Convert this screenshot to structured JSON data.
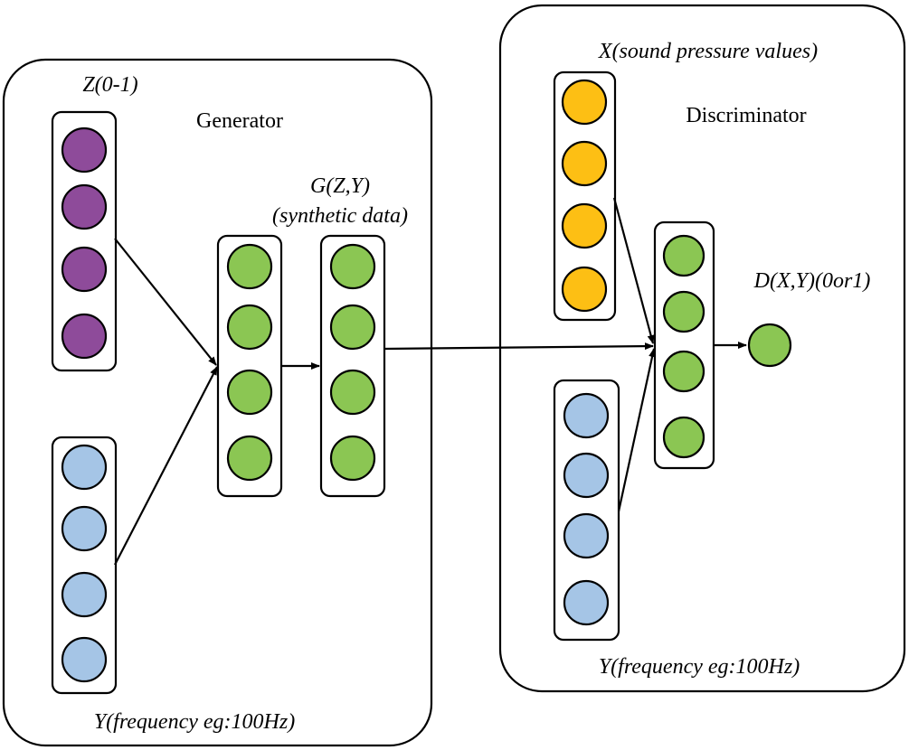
{
  "generator": {
    "title": "Generator",
    "noise_label": "Z(0-1)",
    "condition_label": "Y(frequency eg:100Hz)",
    "output_label_line1": "G(Z,Y)",
    "output_label_line2": "(synthetic data)"
  },
  "discriminator": {
    "title": "Discriminator",
    "real_label": "X(sound pressure values)",
    "condition_label": "Y(frequency eg:100Hz)",
    "output_label": "D(X,Y)(0or1)"
  },
  "colors": {
    "noise": "#8e4b9a",
    "condition": "#a5c5e6",
    "hidden": "#8bc653",
    "real": "#fdbf14"
  }
}
